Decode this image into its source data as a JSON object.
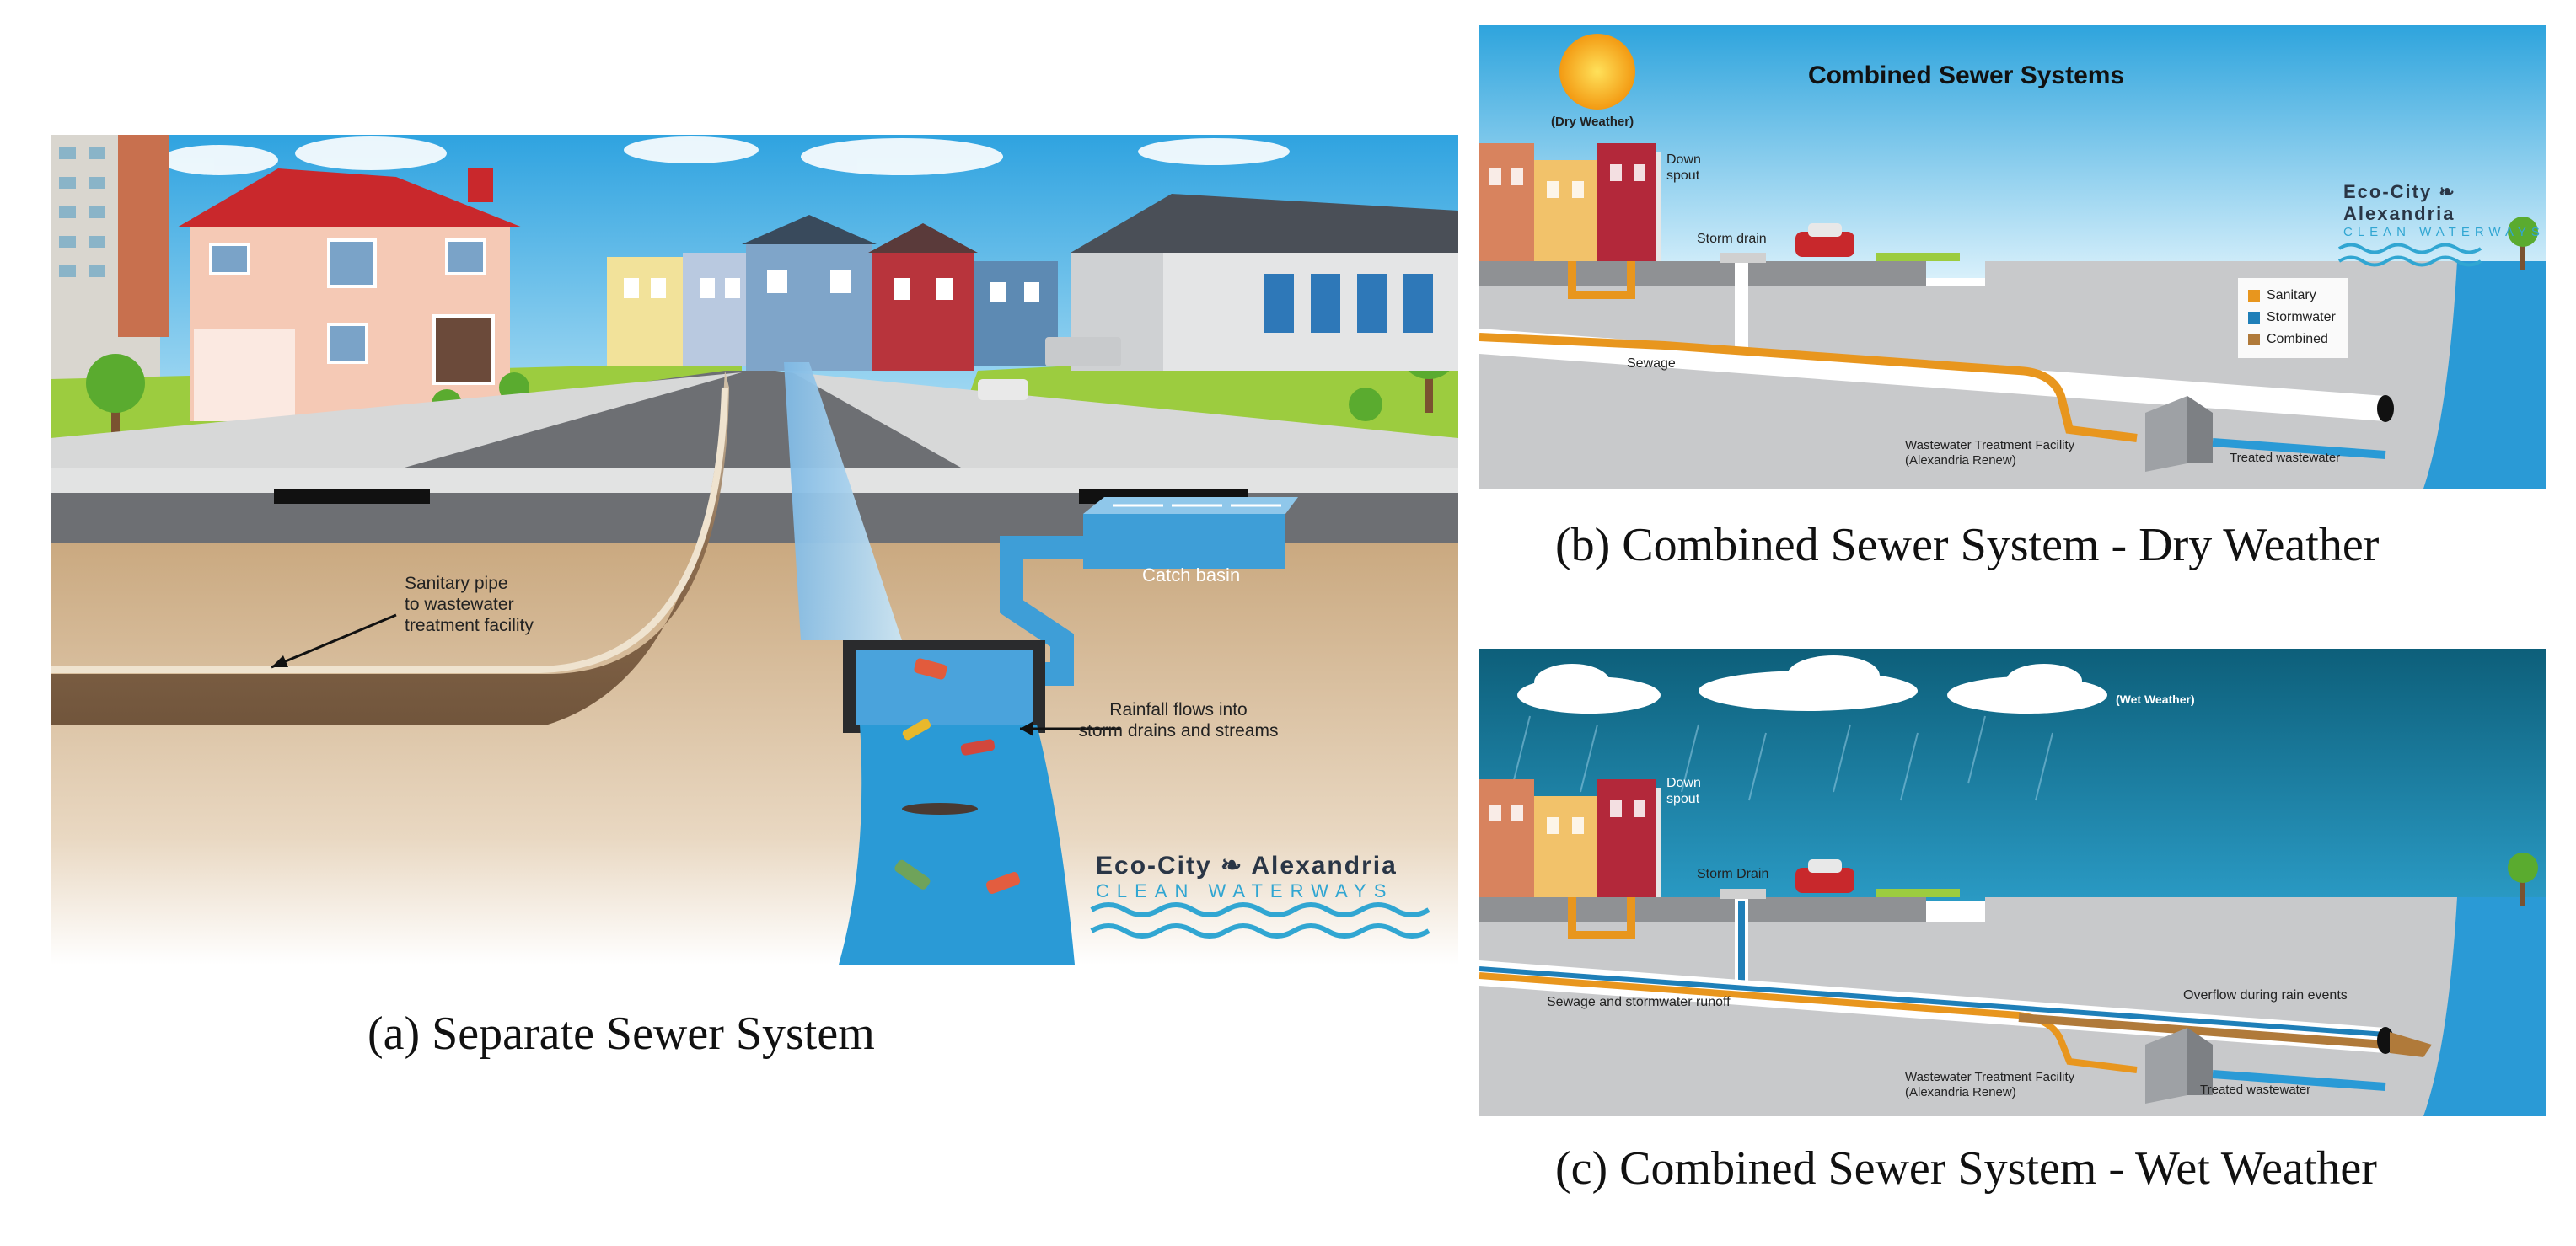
{
  "panel_a": {
    "caption": "(a) Separate Sewer System",
    "labels": {
      "sanitary_pipe": "Sanitary pipe\nto wastewater\ntreatment facility",
      "catch_basin": "Catch basin",
      "rainfall": "Rainfall flows into\nstorm drains and streams"
    },
    "brand": {
      "line1": "Eco-City ❧ Alexandria",
      "line2": "CLEAN WATERWAYS"
    }
  },
  "panel_b": {
    "caption": "(b) Combined Sewer System - Dry Weather",
    "title": "Combined Sewer Systems",
    "weather": "(Dry Weather)",
    "labels": {
      "down_spout": "Down\nspout",
      "storm_drain": "Storm drain",
      "sewage": "Sewage",
      "treatment": "Wastewater Treatment Facility\n(Alexandria Renew)",
      "treated": "Treated wastewater"
    },
    "legend": [
      {
        "label": "Sanitary",
        "color": "#e8961e"
      },
      {
        "label": "Stormwater",
        "color": "#1f7fb8"
      },
      {
        "label": "Combined",
        "color": "#b07a3a"
      }
    ],
    "brand": {
      "line1": "Eco-City ❧ Alexandria",
      "line2": "CLEAN WATERWAYS"
    }
  },
  "panel_c": {
    "caption": "(c) Combined Sewer System - Wet Weather",
    "weather": "(Wet Weather)",
    "labels": {
      "down_spout": "Down\nspout",
      "storm_drain": "Storm Drain",
      "runoff": "Sewage and stormwater runoff",
      "overflow": "Overflow during rain events",
      "treatment": "Wastewater Treatment Facility\n(Alexandria Renew)",
      "treated": "Treated wastewater"
    }
  },
  "colors": {
    "sanitary": "#e8961e",
    "stormwater": "#1f7fb8",
    "combined": "#b07a3a",
    "river": "#2a9ad6",
    "ground": "#d2bc9a"
  }
}
